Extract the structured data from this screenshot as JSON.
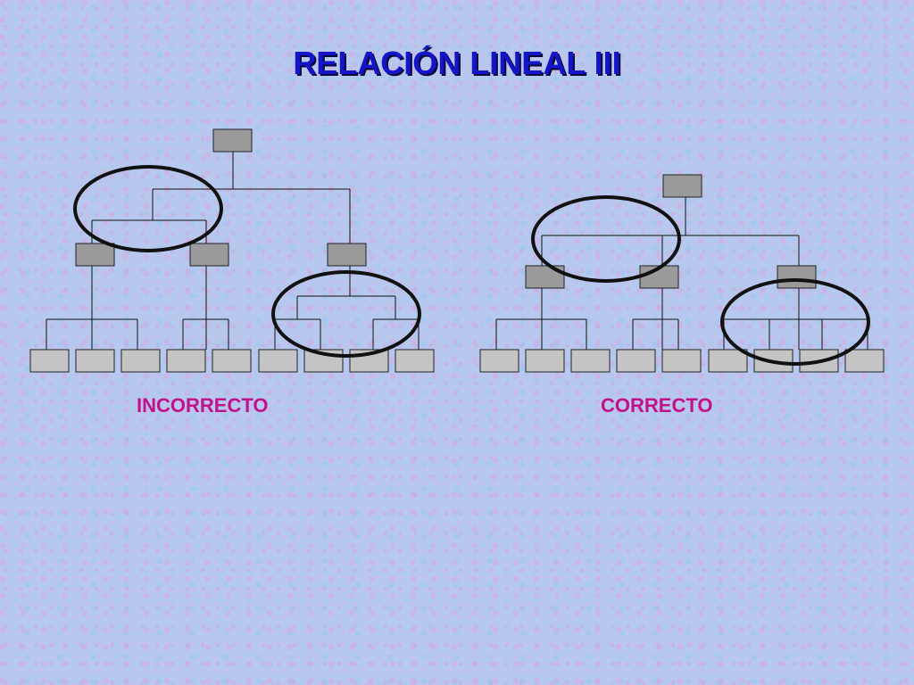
{
  "title": "RELACIÓN LINEAL III",
  "captions": {
    "left": "INCORRECTO",
    "right": "CORRECTO"
  },
  "colors": {
    "title": "#1414c8",
    "caption": "#c0128a",
    "box_dark": "#9a9a9a",
    "box_light": "#c4c4c4",
    "line": "#111111"
  }
}
